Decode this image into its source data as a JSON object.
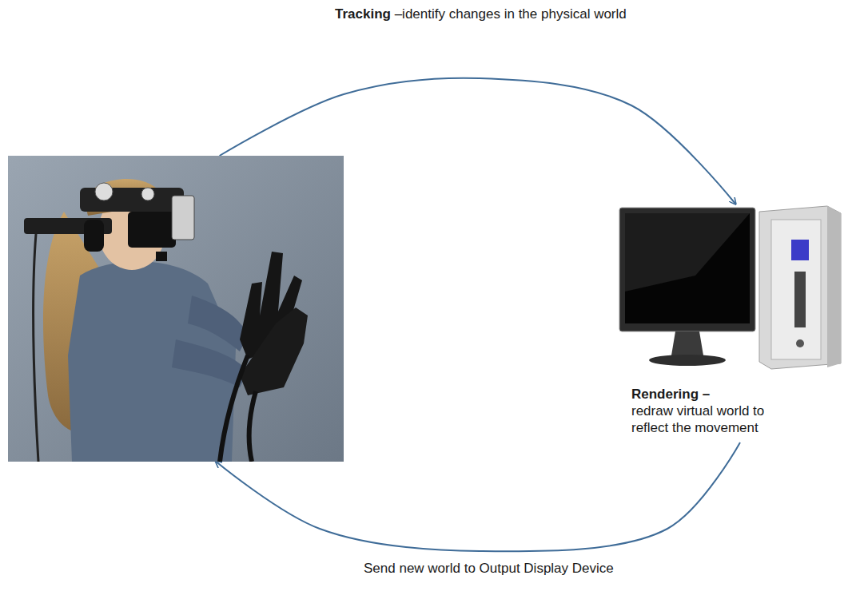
{
  "diagram": {
    "nodes": [
      {
        "text": []
      },
      {
        "text": [
          "Rendering –",
          "redraw virtual world to reflect the movement"
        ]
      }
    ],
    "edges": [
      {
        "from": 0,
        "to": 1,
        "arrow": "to",
        "label": "Tracking –identify changes in the physical world"
      },
      {
        "from": 1,
        "to": 0,
        "arrow": "to",
        "label": "Send new world to Output Display Device"
      }
    ]
  }
}
